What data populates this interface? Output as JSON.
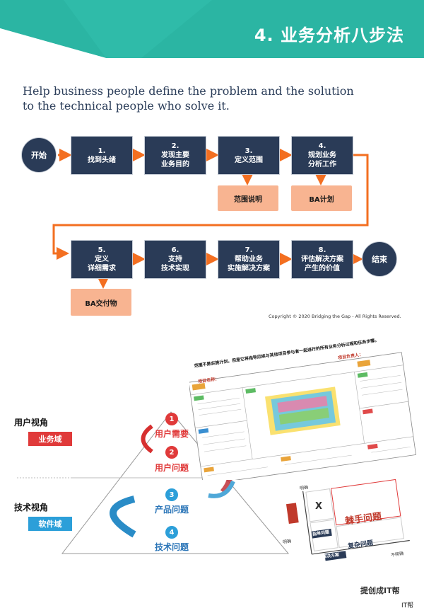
{
  "header": {
    "title": "4. 业务分析八步法"
  },
  "subtitle": "Help business people define the problem and the solution to the technical people who solve it.",
  "flow": {
    "start": "开始",
    "end": "结束",
    "steps": [
      {
        "num": "1.",
        "line1": "找到头绪",
        "line2": ""
      },
      {
        "num": "2.",
        "line1": "发现主要",
        "line2": "业务目的"
      },
      {
        "num": "3.",
        "line1": "定义范围",
        "line2": ""
      },
      {
        "num": "4.",
        "line1": "规划业务",
        "line2": "分析工作"
      },
      {
        "num": "5.",
        "line1": "定义",
        "line2": "详细需求"
      },
      {
        "num": "6.",
        "line1": "支持",
        "line2": "技术实现"
      },
      {
        "num": "7.",
        "line1": "帮助业务",
        "line2": "实施解决方案"
      },
      {
        "num": "8.",
        "line1": "评估解决方案",
        "line2": "产生的价值"
      }
    ],
    "deliverables": [
      "范围说明",
      "BA计划",
      "BA交付物"
    ]
  },
  "copyright": "Copyright © 2020 Bridging the Gap - All Rights Reserved.",
  "perspectives": {
    "user_view": "用户视角",
    "business_domain": "业务域",
    "tech_view": "技术视角",
    "software_domain": "软件域"
  },
  "pyramid": {
    "levels": [
      {
        "num": "1",
        "label": "用户需要"
      },
      {
        "num": "2",
        "label": "用户问题"
      },
      {
        "num": "3",
        "label": "产品问题"
      },
      {
        "num": "4",
        "label": "技术问题"
      }
    ]
  },
  "canvas_doc": {
    "note": "范围不是实施计划，但是它将指导后续与其他项目参与者一起进行的所有业务分析过程和任务步骤。",
    "project_name": "项目名称：",
    "project_owner": "项目负责人："
  },
  "matrix": {
    "x_mark": "X",
    "tough": "棘手问题",
    "complex": "复杂问题",
    "pointer": "指单问题",
    "solution": "解决方案",
    "x_axis": "不明确",
    "y_axis": "明确",
    "left": "明确"
  },
  "watermark": {
    "text": "提创成IT帮",
    "sub": "IT帮"
  },
  "colors": {
    "teal": "#2bb5a3",
    "navy": "#2a3b57",
    "orange": "#f36f21",
    "peach": "#f8b491",
    "red": "#e03a3a",
    "blue": "#2c9fd9"
  }
}
